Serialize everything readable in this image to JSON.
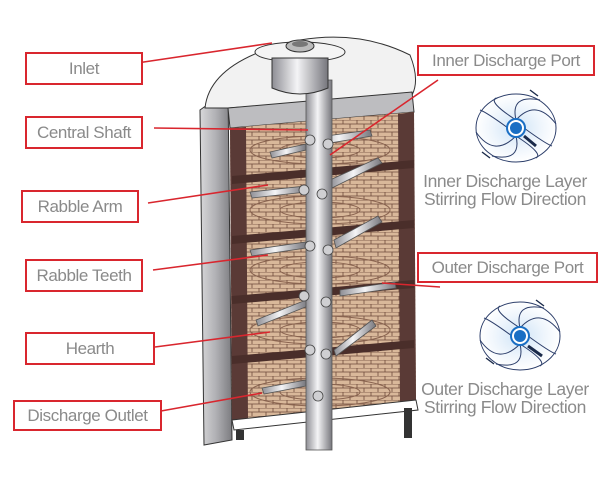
{
  "diagram": {
    "subject": "Multiple hearth furnace cutaway",
    "left_labels": [
      {
        "id": "inlet",
        "text": "Inlet"
      },
      {
        "id": "central-shaft",
        "text": "Central Shaft"
      },
      {
        "id": "rabble-arm",
        "text": "Rabble Arm"
      },
      {
        "id": "rabble-teeth",
        "text": "Rabble Teeth"
      },
      {
        "id": "hearth",
        "text": "Hearth"
      },
      {
        "id": "discharge-outlet",
        "text": "Discharge Outlet"
      }
    ],
    "right_labels": [
      {
        "id": "inner-discharge-port",
        "text": "Inner Discharge Port"
      },
      {
        "id": "outer-discharge-port",
        "text": "Outer Discharge Port"
      }
    ],
    "captions": [
      {
        "id": "inner-layer",
        "line1": "Inner Discharge Layer",
        "line2": "Stirring Flow Direction"
      },
      {
        "id": "outer-layer",
        "line1": "Outer Discharge Layer",
        "line2": "Stirring Flow Direction"
      }
    ],
    "colors": {
      "leader_line": "#d9262e",
      "label_border": "#d9262e",
      "label_text": "#8a8a8a",
      "brick": "#d9b89a",
      "wall": "#5a3a36",
      "steel": "#c8c8cc",
      "flow_blue": "#1a6fc4"
    }
  }
}
